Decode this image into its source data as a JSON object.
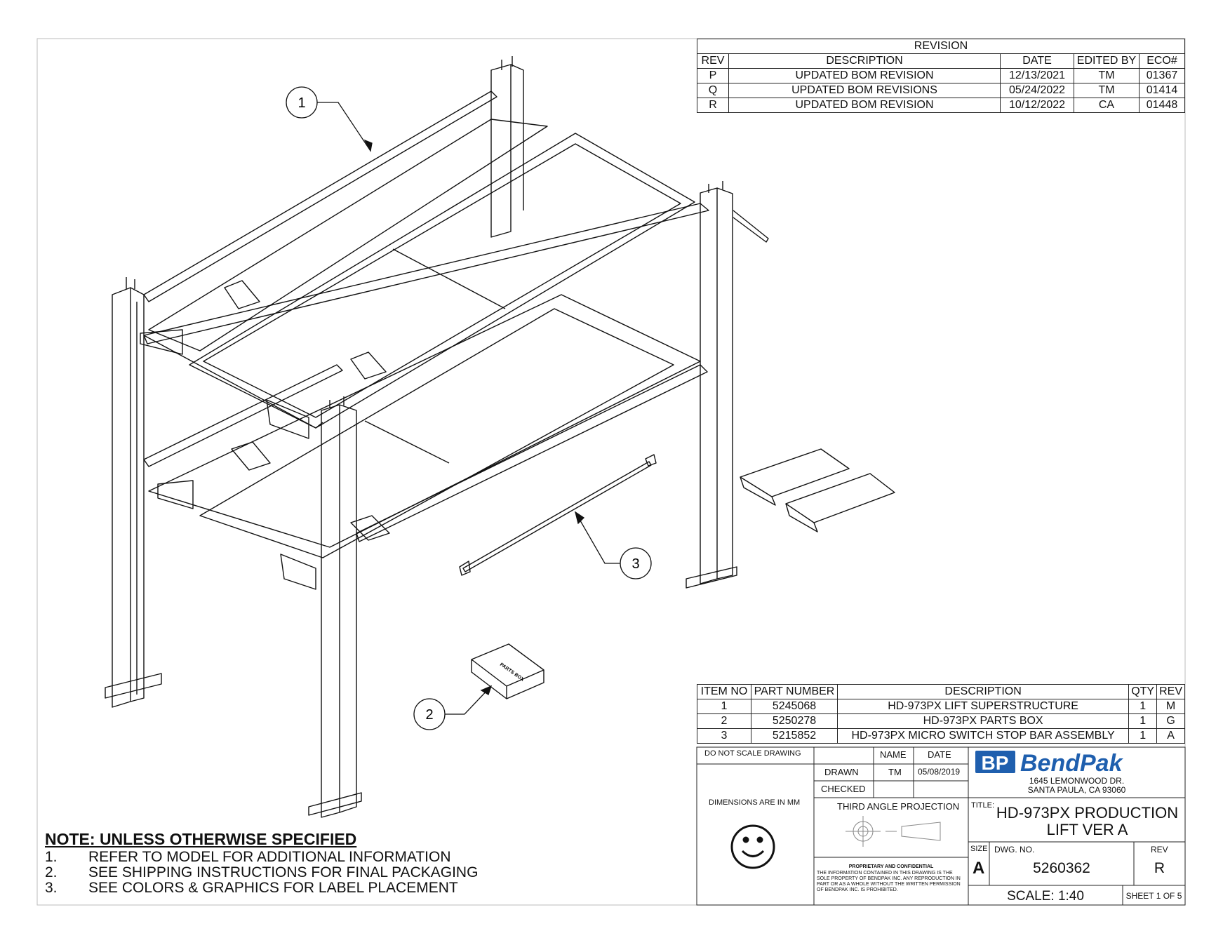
{
  "revision_table": {
    "title": "REVISION",
    "headers": [
      "REV",
      "DESCRIPTION",
      "DATE",
      "EDITED BY",
      "ECO#"
    ],
    "rows": [
      [
        "P",
        "UPDATED BOM REVISION",
        "12/13/2021",
        "TM",
        "01367"
      ],
      [
        "Q",
        "UPDATED BOM REVISIONS",
        "05/24/2022",
        "TM",
        "01414"
      ],
      [
        "R",
        "UPDATED BOM REVISION",
        "10/12/2022",
        "CA",
        "01448"
      ]
    ]
  },
  "bom_table": {
    "headers": [
      "ITEM NO",
      "PART NUMBER",
      "DESCRIPTION",
      "QTY",
      "REV"
    ],
    "rows": [
      [
        "1",
        "5245068",
        "HD-973PX LIFT SUPERSTRUCTURE",
        "1",
        "M"
      ],
      [
        "2",
        "5250278",
        "HD-973PX PARTS BOX",
        "1",
        "G"
      ],
      [
        "3",
        "5215852",
        "HD-973PX MICRO SWITCH STOP BAR ASSEMBLY",
        "1",
        "A"
      ]
    ]
  },
  "balloons": [
    "1",
    "2",
    "3"
  ],
  "parts_box_label": "PARTS BOX",
  "notes": {
    "title": "NOTE: UNLESS OTHERWISE SPECIFIED",
    "items": [
      {
        "num": "1.",
        "text": "REFER TO MODEL FOR ADDITIONAL INFORMATION"
      },
      {
        "num": "2.",
        "text": "SEE SHIPPING INSTRUCTIONS FOR FINAL PACKAGING"
      },
      {
        "num": "3.",
        "text": "SEE COLORS & GRAPHICS FOR LABEL PLACEMENT"
      }
    ]
  },
  "title_block": {
    "do_not_scale": "DO NOT SCALE DRAWING",
    "name_label": "NAME",
    "date_label": "DATE",
    "drawn_label": "DRAWN",
    "drawn_name": "TM",
    "drawn_date": "05/08/2019",
    "checked_label": "CHECKED",
    "dimensions": "DIMENSIONS ARE IN MM",
    "projection": "THIRD ANGLE PROJECTION",
    "proprietary_title": "PROPRIETARY AND CONFIDENTIAL",
    "proprietary_text": "THE INFORMATION CONTAINED IN THIS DRAWING IS THE SOLE PROPERTY OF BENDPAK INC. ANY REPRODUCTION IN PART OR AS A WHOLE WITHOUT THE WRITTEN PERMISSION OF BENDPAK INC. IS PROHIBITED.",
    "logo_mark": "BP",
    "logo_text": "BendPak",
    "address_line1": "1645 LEMONWOOD DR.",
    "address_line2": "SANTA PAULA, CA 93060",
    "title_label": "TITLE:",
    "title_line1": "HD-973PX PRODUCTION",
    "title_line2": "LIFT VER A",
    "size_label": "SIZE",
    "size_value": "A",
    "dwg_label": "DWG.  NO.",
    "dwg_value": "5260362",
    "rev_label": "REV",
    "rev_value": "R",
    "scale": "SCALE: 1:40",
    "sheet": "SHEET 1 OF 5"
  },
  "colors": {
    "line": "#111111",
    "logo_blue": "#1f5fae",
    "logo_grey": "#9a9a9a"
  }
}
